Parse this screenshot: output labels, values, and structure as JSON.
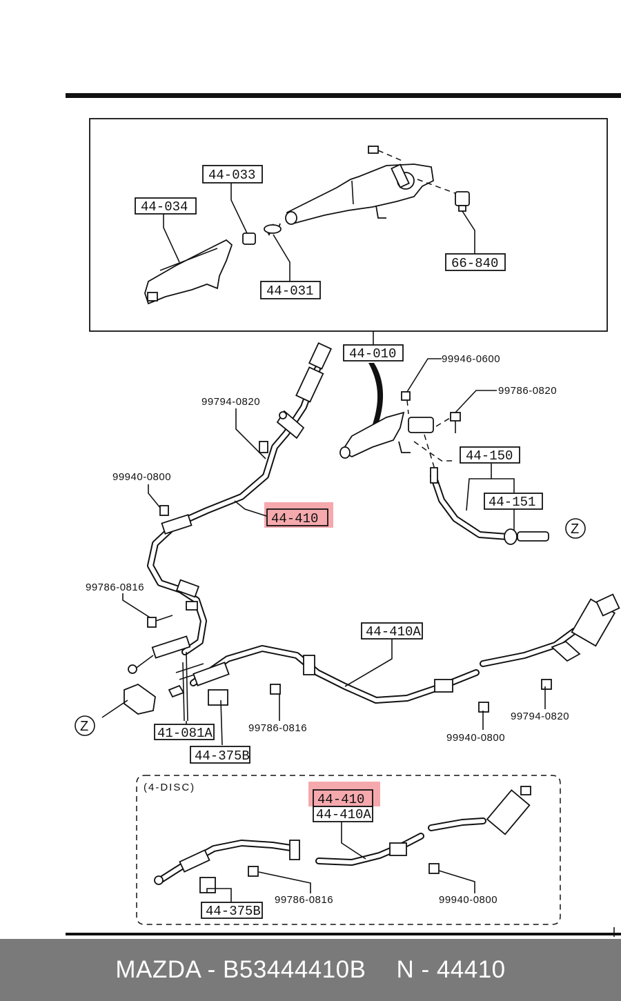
{
  "diagram": {
    "labels": {
      "l44_033": "44-033",
      "l44_034": "44-034",
      "l66_840": "66-840",
      "l44_031": "44-031",
      "l44_010": "44-010",
      "l44_410": "44-410",
      "l44_150": "44-150",
      "l44_151": "44-151",
      "l44_410a": "44-410A",
      "l41_081a": "41-081A",
      "l44_375b": "44-375B",
      "d44_410": "44-410",
      "d44_410a": "44-410A",
      "d44_375b": "44-375B"
    },
    "part_numbers": {
      "p99946_0600": "99946-0600",
      "p99786_0820": "99786-0820",
      "p99794_0820_a": "99794-0820",
      "p99940_0800_a": "99940-0800",
      "p99786_0816_a": "99786-0816",
      "p99786_0816_b": "99786-0816",
      "p99940_0800_b": "99940-0800",
      "p99794_0820_b": "99794-0820",
      "p99786_0816_c": "99786-0816",
      "p99940_0800_c": "99940-0800"
    },
    "connector_marks": {
      "z_right": "Z",
      "z_left": "Z"
    },
    "variant_note": "(4-DISC)"
  },
  "footer": {
    "brand_part": "MAZDA - B53444410B",
    "oem_number": "N - 44410"
  },
  "colors": {
    "highlight": "#e8333c",
    "footer_bg": "#7a7a7a",
    "line": "#111111"
  }
}
